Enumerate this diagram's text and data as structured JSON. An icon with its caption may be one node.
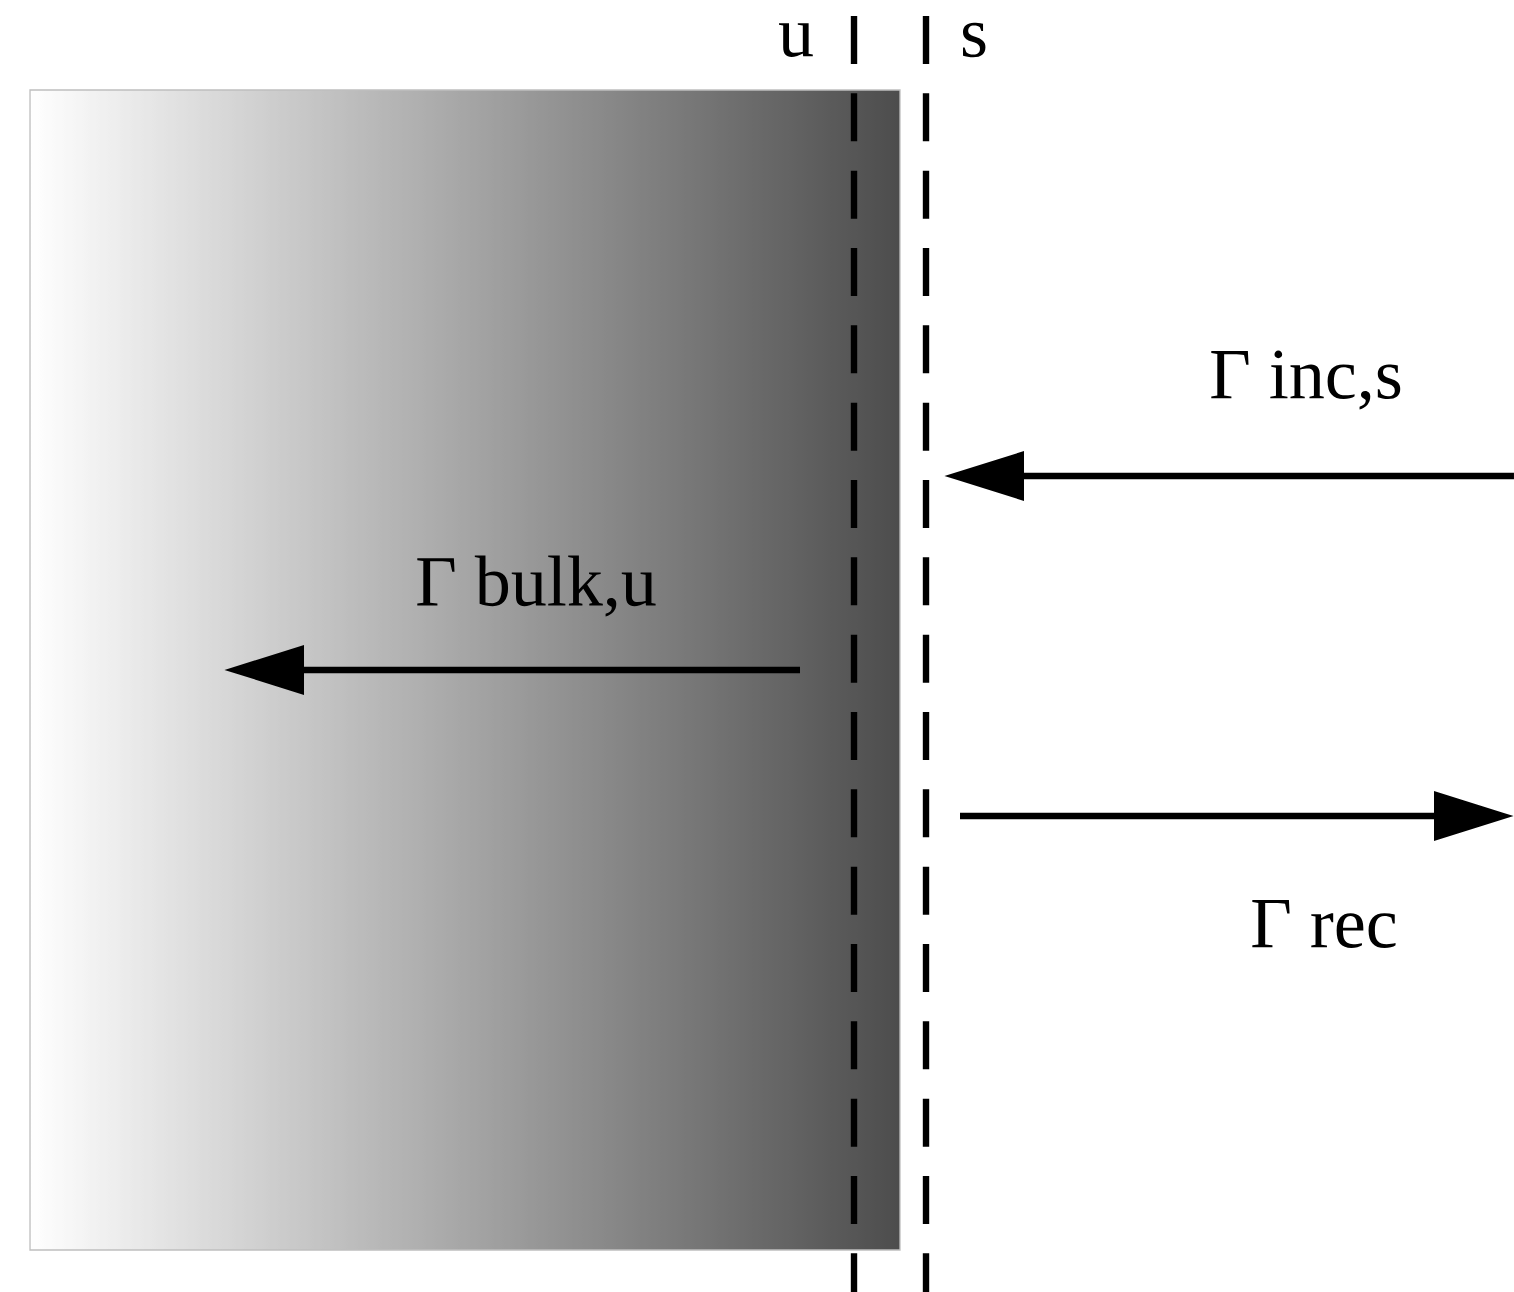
{
  "diagram": {
    "labels": [
      "u",
      "s",
      "Γ inc,s",
      "Γ bulk,u",
      "Γ rec"
    ]
  }
}
